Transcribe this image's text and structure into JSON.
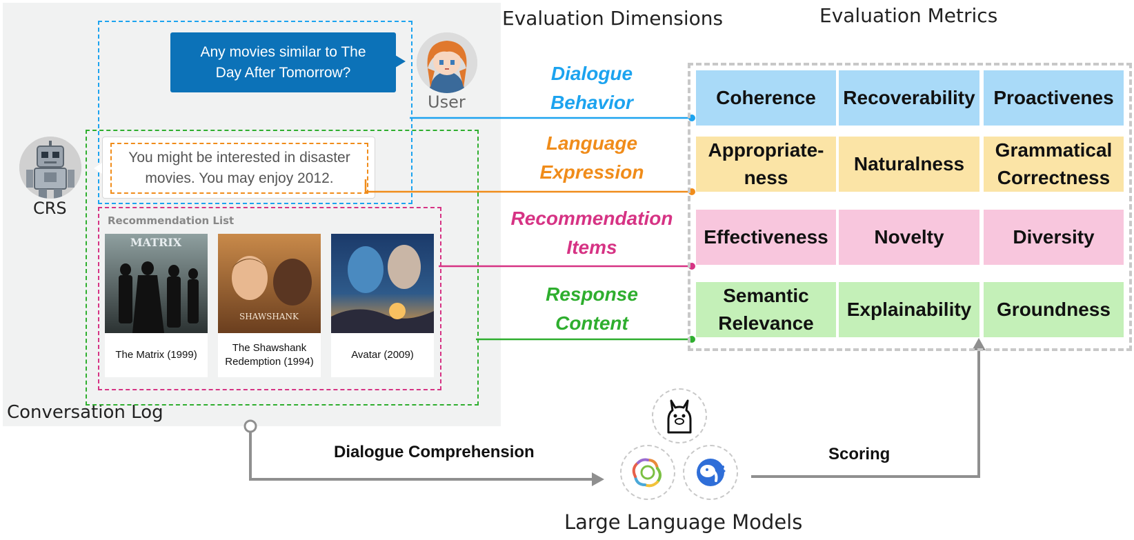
{
  "conversation": {
    "log_label": "Conversation Log",
    "user_message": "Any movies similar to The Day After Tomorrow?",
    "user_label": "User",
    "crs_label": "CRS",
    "crs_message": "You might be interested in disaster movies. You may enjoy 2012.",
    "recommendation_title": "Recommendation List",
    "movies": [
      {
        "title": "The Matrix (1999)",
        "poster_text": "MATRIX"
      },
      {
        "title": "The Shawshank Redemption (1994)",
        "poster_text": "SHAWSHANK"
      },
      {
        "title": "Avatar (2009)"
      }
    ]
  },
  "headers": {
    "dimensions": "Evaluation Dimensions",
    "metrics": "Evaluation Metrics"
  },
  "dimensions": [
    {
      "line1": "Dialogue",
      "line2": "Behavior",
      "color": "#1ca3ef"
    },
    {
      "line1": "Language",
      "line2": "Expression",
      "color": "#f08c1a"
    },
    {
      "line1": "Recommendation",
      "line2": "Items",
      "color": "#d63384"
    },
    {
      "line1": "Response",
      "line2": "Content",
      "color": "#2eae2e"
    }
  ],
  "metrics": [
    {
      "color": "#a9daf8",
      "cells": [
        "Coherence",
        "Recoverability",
        "Proactivenes"
      ]
    },
    {
      "color": "#fbe4a6",
      "cells": [
        "Appropriate- ness",
        "Naturalness",
        "Grammatical Correctness"
      ]
    },
    {
      "color": "#f8c6dd",
      "cells": [
        "Effectiveness",
        "Novelty",
        "Diversity"
      ]
    },
    {
      "color": "#c4f0b8",
      "cells": [
        "Semantic Relevance",
        "Explainability",
        "Groundness"
      ]
    }
  ],
  "flow": {
    "comprehension_label": "Dialogue Comprehension",
    "scoring_label": "Scoring",
    "llm_label": "Large Language Models"
  },
  "icons": [
    "user-avatar-icon",
    "robot-avatar-icon",
    "llama-icon",
    "openai-icon",
    "elephant-icon"
  ]
}
